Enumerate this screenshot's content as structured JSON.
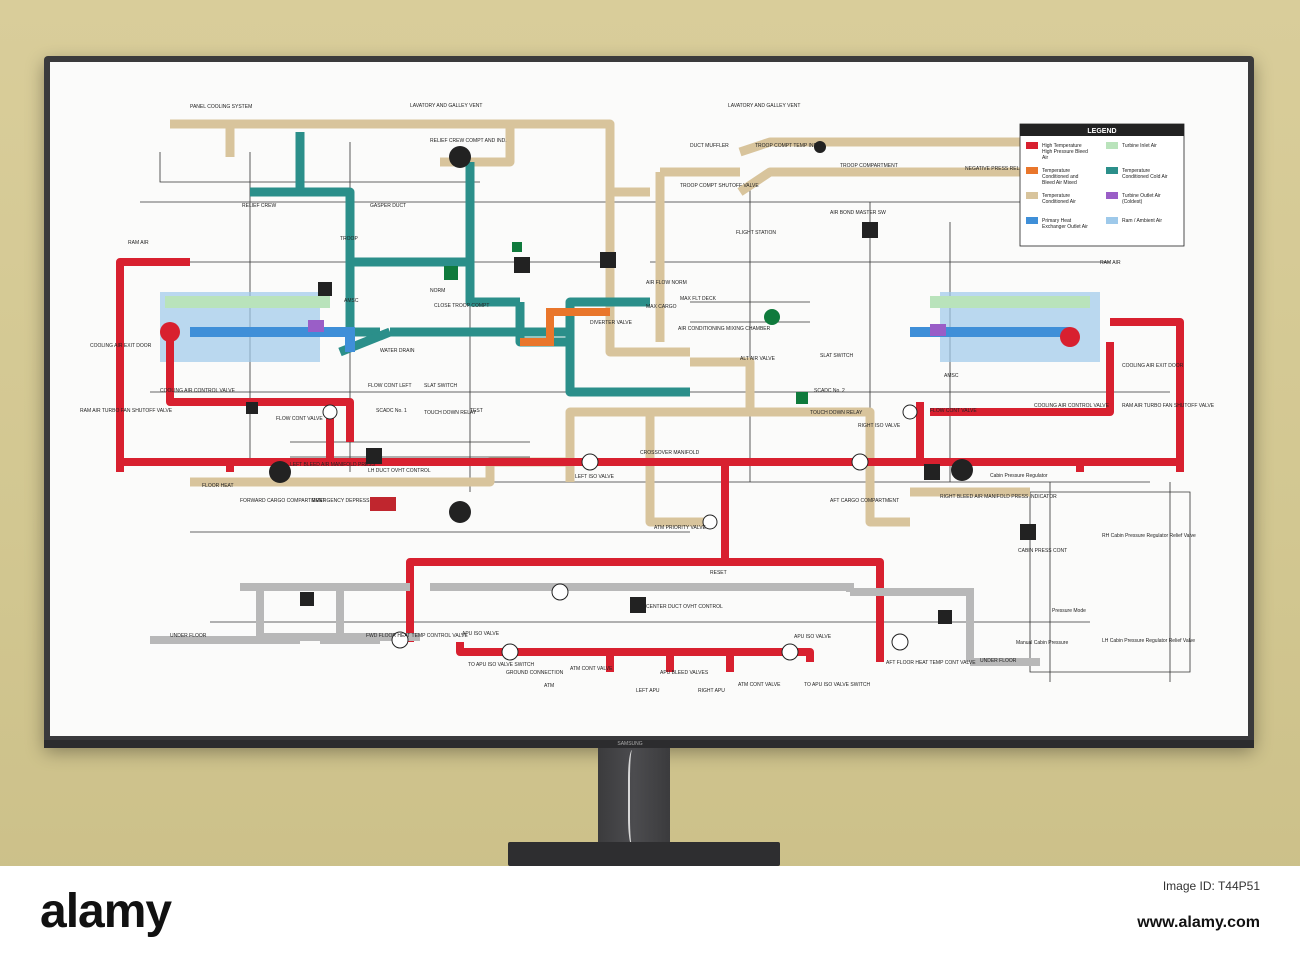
{
  "diagram": {
    "top_labels": {
      "panel_cooling": "PANEL COOLING SYSTEM",
      "lav_vent_left": "LAVATORY AND GALLEY VENT",
      "lav_vent_right": "LAVATORY AND GALLEY VENT",
      "relief_crew_temp": "RELIEF CREW COMPT AND IND.",
      "troop_compt_temp": "TROOP COMPT TEMP IND",
      "troop_compartment": "TROOP COMPARTMENT",
      "duct_muffler": "DUCT MUFFLER",
      "troop_shutoff": "TROOP COMPT SHUTOFF VALVE",
      "gasper_duct": "GASPER DUCT",
      "negative_press": "NEGATIVE PRESS RELIEF VALVES"
    },
    "left_labels": {
      "ram_air": "RAM AIR",
      "relief_crew": "RELIEF CREW",
      "cooling_air_exit": "COOLING AIR EXIT DOOR",
      "cooling_air_ctrl": "COOLING AIR CONTROL VALVE",
      "ram_turbo": "RAM AIR TURBO FAN SHUTOFF VALVE",
      "water_drain": "WATER DRAIN",
      "flow_cont": "FLOW CONT VALVE",
      "flow_cont_left": "FLOW CONT LEFT",
      "slat_switch": "SLAT SWITCH",
      "scadc": "SCADC No. 1",
      "touch_down": "TOUCH DOWN RELAY",
      "lh_duct_ovht": "LH DUCT OVHT CONTROL",
      "left_bleed": "LEFT BLEED AIR MANIFOLD PRESS",
      "floor_heat": "FLOOR HEAT",
      "forward_cargo": "FORWARD CARGO COMPARTMENT",
      "emergency_depress": "EMERGENCY DEPRESS",
      "under_floor": "UNDER FLOOR",
      "fwd_floor_heat": "FWD FLOOR HEAT TEMP CONTROL VALVE",
      "apu_iso": "APU ISO VALVE",
      "ground_conn": "GROUND CONNECTION",
      "atm_cont": "ATM CONT VALVE",
      "to_apu_iso": "TO APU ISO VALVE SWITCH",
      "atm": "ATM",
      "troop": "TROOP",
      "norm": "NORM",
      "close_troop": "CLOSE TROOP COMPT",
      "amsc": "AMSC",
      "left_iso": "LEFT ISO VALVE"
    },
    "center_labels": {
      "diverter": "DIVERTER VALVE",
      "ac_mixing": "AIR CONDITIONING MIXING CHAMBER",
      "air_flow": "AIR FLOW NORM",
      "max_cargo": "MAX CARGO",
      "max_deck": "MAX FLT DECK",
      "flight_station": "FLIGHT STATION",
      "airbond": "AIR BOND MASTER SW",
      "alt_air": "ALT AIR VALVE",
      "atm_priority": "ATM PRIORITY VALVE",
      "crossover": "CROSSOVER MANIFOLD",
      "center_duct": "CENTER DUCT OVHT CONTROL",
      "apu_bleed": "APU BLEED VALVES",
      "left_apu": "LEFT APU",
      "right_apu": "RIGHT APU",
      "atm_cont_r": "ATM CONT VALVE",
      "apu_iso_r": "APU ISO VALVE",
      "to_apu_iso_r": "TO APU ISO VALVE SWITCH",
      "aft_floor": "AFT FLOOR HEAT TEMP CONT VALVE",
      "aft_cargo": "AFT CARGO COMPARTMENT",
      "reset": "RESET",
      "test": "TEST"
    },
    "right_labels": {
      "ram_air": "RAM AIR",
      "cooling_air_exit": "COOLING AIR EXIT DOOR",
      "cooling_air_ctrl": "COOLING AIR CONTROL VALVE",
      "ram_turbo": "RAM AIR TURBO FAN SHUTOFF VALVE",
      "flow_cont": "FLOW CONT VALVE",
      "right_iso": "RIGHT ISO VALVE",
      "slat_switch": "SLAT SWITCH",
      "scadc": "SCADC No. 2",
      "touch_down": "TOUCH DOWN RELAY",
      "right_bleed": "RIGHT BLEED AIR MANIFOLD PRESS INDICATOR",
      "cabin_press_cont": "CABIN PRESS CONT",
      "cabin_press_reg": "Cabin Pressure Regulator",
      "rh_relief": "RH Cabin Pressure Regulator Relief Valve",
      "lh_relief": "LH Cabin Pressure Regulator Relief Valve",
      "pressure_mode": "Pressure Mode",
      "manual_cabin": "Manual Cabin Pressure",
      "under_floor": "UNDER FLOOR",
      "amsc": "AMSC"
    },
    "legend": {
      "title": "LEGEND",
      "items": [
        {
          "label": "High Temperature High Pressure Bleed Air",
          "color": "#d8202f"
        },
        {
          "label": "Turbine Inlet Air",
          "color": "#b9e3bb"
        },
        {
          "label": "Temperature Conditioned and Bleed Air Mixed",
          "color": "#e9762b"
        },
        {
          "label": "Temperature Conditioned Cold Air",
          "color": "#2b8f8a"
        },
        {
          "label": "Temperature Conditioned Air",
          "color": "#d8c49c"
        },
        {
          "label": "Turbine Outlet Air (Coldest)",
          "color": "#9a5ec7"
        },
        {
          "label": "Primary Heat Exchanger Outlet Air",
          "color": "#3f8fd8"
        },
        {
          "label": "Ram / Ambient Air",
          "color": "#9ec9ea"
        }
      ]
    }
  },
  "watermark": {
    "logo": "alamy",
    "image_id": "Image ID: T44P51",
    "url": "www.alamy.com"
  },
  "tv": {
    "brand": "SAMSUNG"
  }
}
